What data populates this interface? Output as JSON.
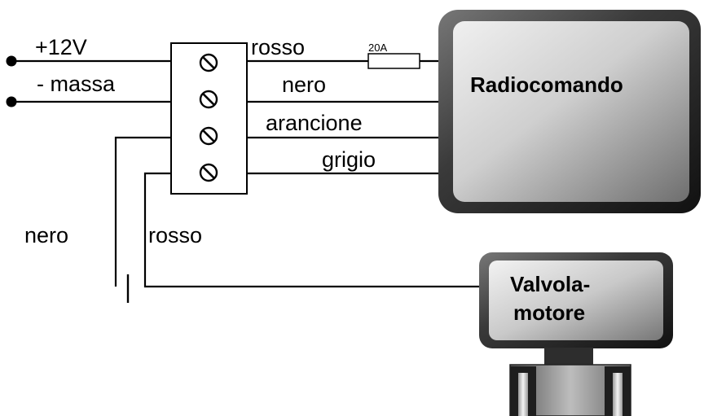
{
  "labels": {
    "plus12v": "+12V",
    "massa": "- massa",
    "rosso_top": "rosso",
    "nero_top": "nero",
    "arancione": "arancione",
    "grigio": "grigio",
    "nero_bottom": "nero",
    "rosso_bottom": "rosso",
    "fuse": "20A"
  },
  "devices": {
    "radio": "Radiocomando",
    "valve_line1": "Valvola-",
    "valve_line2": "motore"
  },
  "colors": {
    "wire": "#000000",
    "device_dark": "#2a2a2a",
    "device_light": "#e6e6e6",
    "device_mid": "#8c8c8c"
  },
  "icons": [
    "terminal-screw-icon",
    "fuse-icon",
    "battery-contact-icon"
  ]
}
